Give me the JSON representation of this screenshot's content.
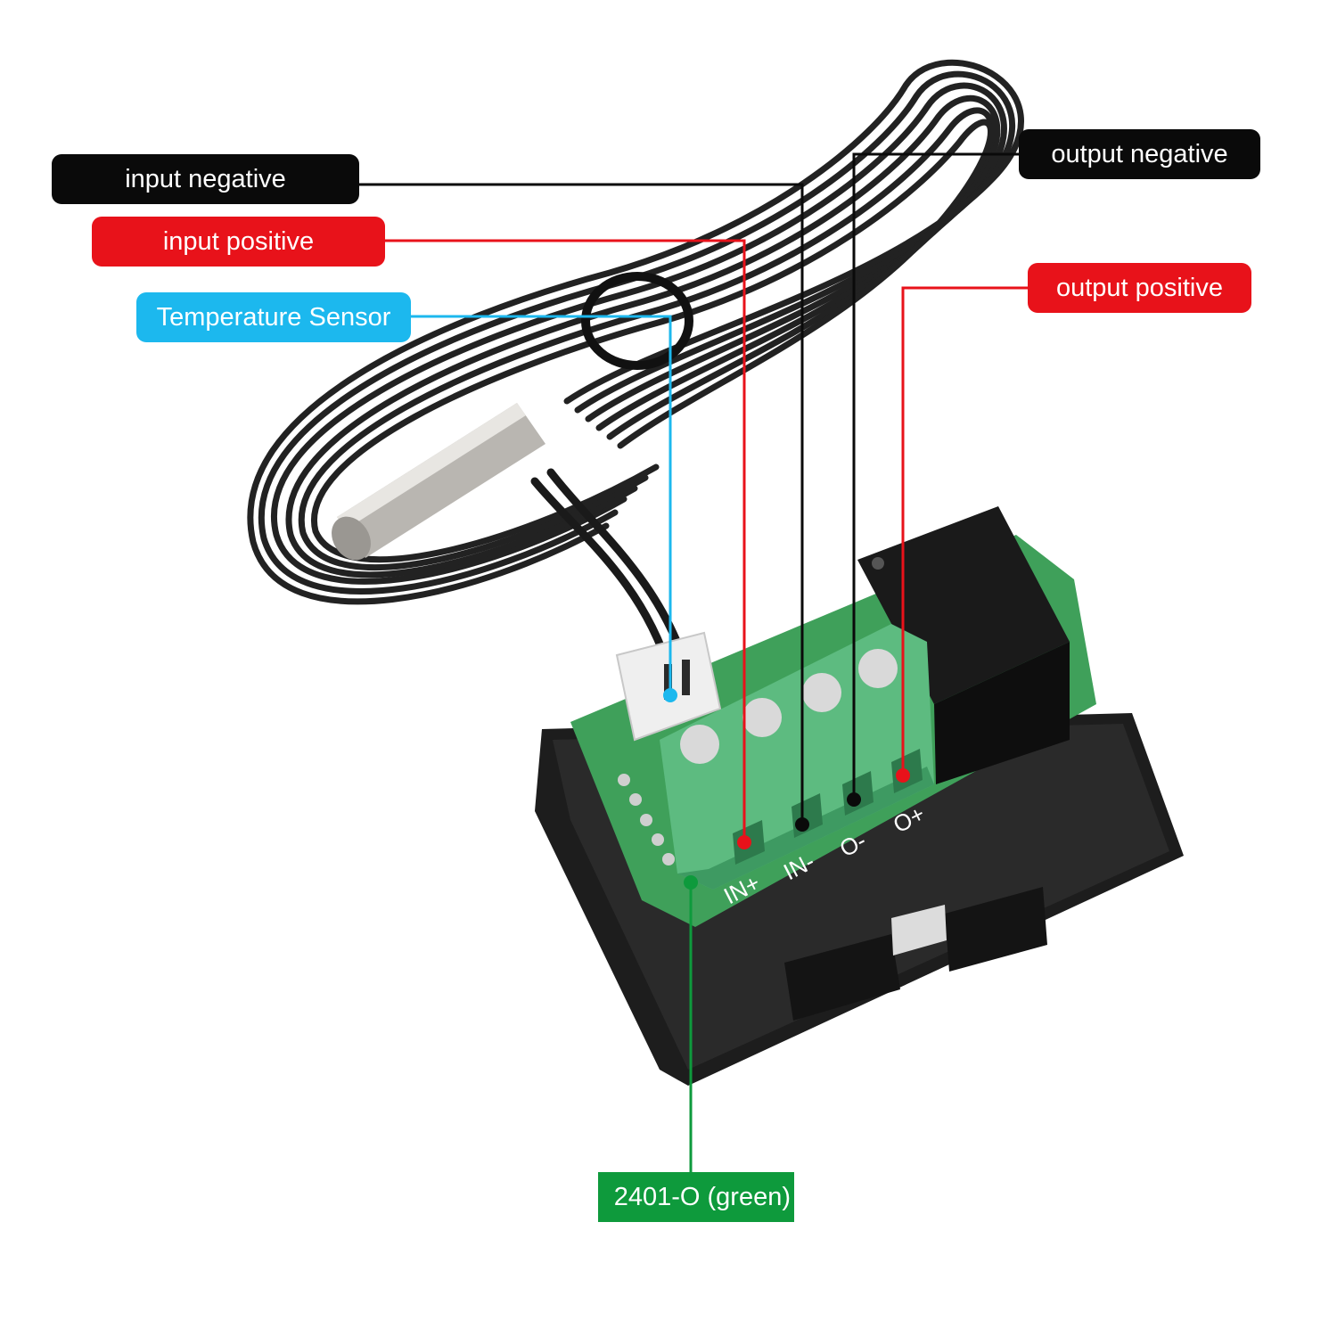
{
  "colors": {
    "black": "#0a0a0a",
    "red": "#e8121a",
    "cyan": "#1cb8ee",
    "green": "#0e9a3c",
    "pcb_green": "#3fa05a",
    "terminal_green": "#5dbb80"
  },
  "callouts": {
    "input_negative": "input negative",
    "input_positive": "input positive",
    "temperature_sensor": "Temperature Sensor",
    "output_negative": "output negative",
    "output_positive": "output positive",
    "model": "2401-O (green)"
  },
  "board": {
    "terminal_labels": [
      "IN+",
      "IN-",
      "O-",
      "O+"
    ]
  }
}
